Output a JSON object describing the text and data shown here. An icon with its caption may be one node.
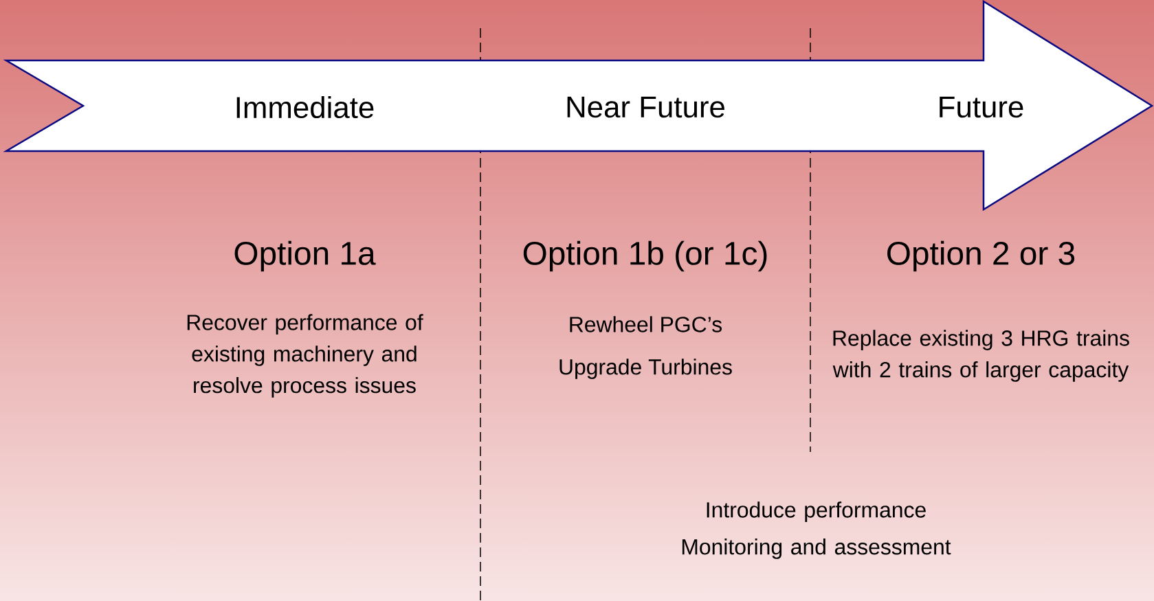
{
  "diagram": {
    "nodes": [
      {
        "text": [
          "Immediate",
          "Near Future",
          "Future"
        ]
      }
    ],
    "labels": [
      "Option 1a",
      "Recover performance of existing machinery and resolve process issues",
      "Option 1b (or 1c)",
      "Rewheel PGC’s",
      "Upgrade Turbines",
      "Option 2 or 3",
      "Replace existing 3 HRG trains with 2 trains of larger capacity",
      "Introduce performance Monitoring and assessment"
    ]
  }
}
